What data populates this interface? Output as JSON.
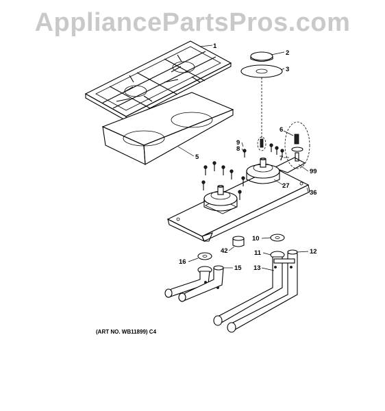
{
  "watermark": "AppliancePartsPros.com",
  "art_number": "(ART NO. WB11899) C4",
  "callouts": {
    "c1": "1",
    "c2": "2",
    "c3": "3",
    "c5": "5",
    "c6": "6",
    "c7": "7",
    "c8": "8",
    "c9": "9",
    "c99": "99",
    "c27": "27",
    "c36": "36",
    "c10": "10",
    "c42": "42",
    "c11": "11",
    "c12": "12",
    "c13": "13",
    "c16": "16",
    "c15": "15"
  }
}
